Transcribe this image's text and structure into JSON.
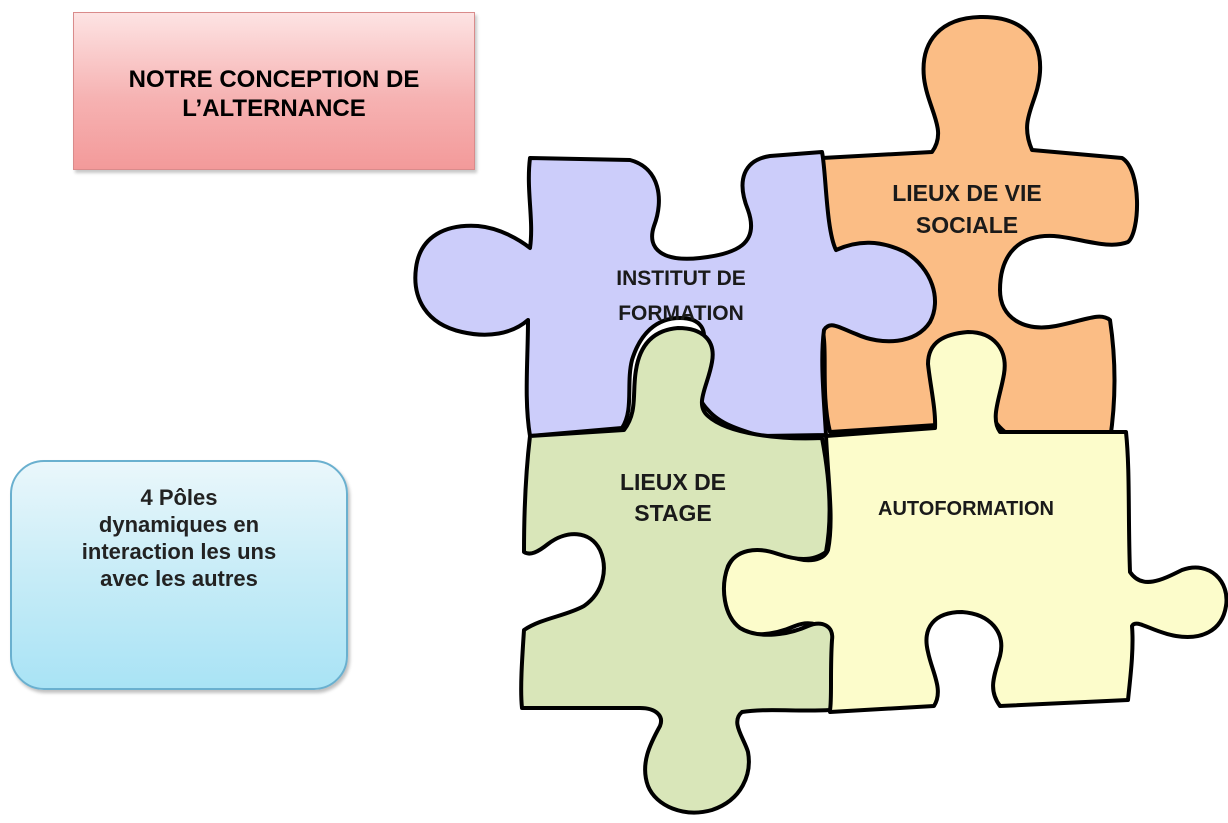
{
  "title": "NOTRE CONCEPTION DE\nL’ALTERNANCE",
  "info": "4 Pôles\ndynamiques en\ninteraction les uns\navec les autres",
  "pieces": {
    "institut": {
      "line1": "INSTITUT DE",
      "line2": "FORMATION",
      "color": "#cccdfa"
    },
    "lieux_vie": {
      "line1": "LIEUX DE VIE",
      "line2": "SOCIALE",
      "color": "#fbbd85"
    },
    "lieux_stage": {
      "line1": "LIEUX DE",
      "line2": "STAGE",
      "color": "#d9e6b9"
    },
    "autoformation": {
      "line1": "AUTOFORMATION",
      "color": "#fcfccb"
    }
  },
  "colors": {
    "outline": "#000000",
    "title_box": "#f6b2b2",
    "info_box": "#b7e7f6"
  }
}
